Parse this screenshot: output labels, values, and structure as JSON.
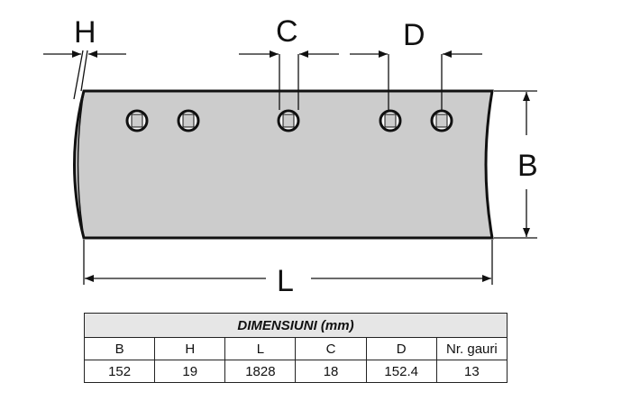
{
  "drawing": {
    "labels": {
      "h": "H",
      "c": "C",
      "d": "D",
      "b": "B",
      "l": "L"
    },
    "hole_count_shown": 5
  },
  "table": {
    "title": "DIMENSIUNI (mm)",
    "headers": [
      "B",
      "H",
      "L",
      "C",
      "D",
      "Nr. gauri"
    ],
    "values": [
      "152",
      "19",
      "1828",
      "18",
      "152.4",
      "13"
    ]
  },
  "colors": {
    "blade_fill": "#cccccc",
    "outline": "#111111"
  }
}
